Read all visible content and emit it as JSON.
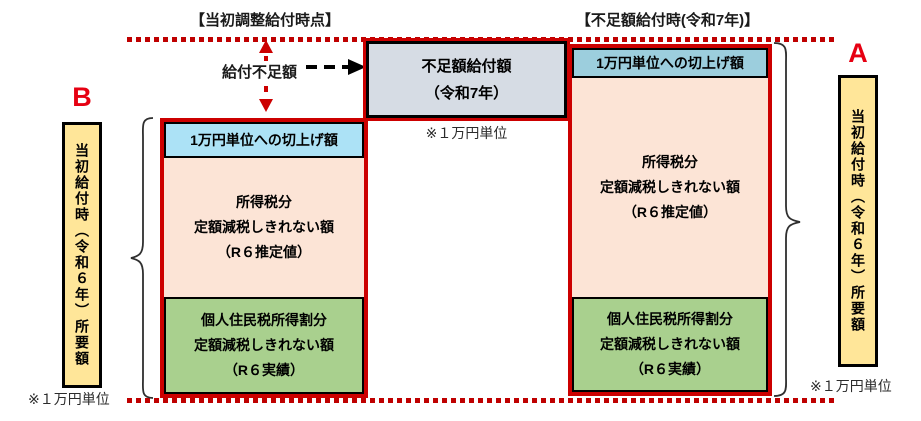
{
  "headers": {
    "initial_adjustment": "【当初調整給付時点】",
    "shortfall_payment": "【不足額給付時(令和7年)】"
  },
  "markers": {
    "a": "A",
    "b": "B"
  },
  "gap": {
    "label": "給付不足額"
  },
  "center_box": {
    "line1": "不足額給付額",
    "line2": "（令和7年）",
    "note": "※１万円単位"
  },
  "left_panel": {
    "requirement_box": "当初給付時（令和６年）所要額",
    "note": "※１万円単位",
    "rounding": "1万円単位への切上げ額",
    "income_tax": {
      "line1": "所得税分",
      "line2": "定額減税しきれない額",
      "line3": "（R６推定値）"
    },
    "resident_tax": {
      "line1": "個人住民税所得割分",
      "line2": "定額減税しきれない額",
      "line3": "（R６実績）"
    }
  },
  "right_panel": {
    "requirement_box": "当初給付時（令和６年）所要額",
    "note": "※１万円単位",
    "rounding": "1万円単位への切上げ額",
    "income_tax": {
      "line1": "所得税分",
      "line2": "定額減税しきれない額",
      "line3": "（R６推定値）"
    },
    "resident_tax": {
      "line1": "個人住民税所得割分",
      "line2": "定額減税しきれない額",
      "line3": "（R６実績）"
    }
  },
  "colors": {
    "dotted_line_red": "#bf0000",
    "border_red": "#cc0000",
    "accent_red": "#e60012",
    "blue_light": "#ace2f6",
    "blue_teal": "#9ccedd",
    "peach": "#fce4d6",
    "green": "#a9d08e",
    "yellow": "#ffe699",
    "gray": "#d6dce4"
  }
}
